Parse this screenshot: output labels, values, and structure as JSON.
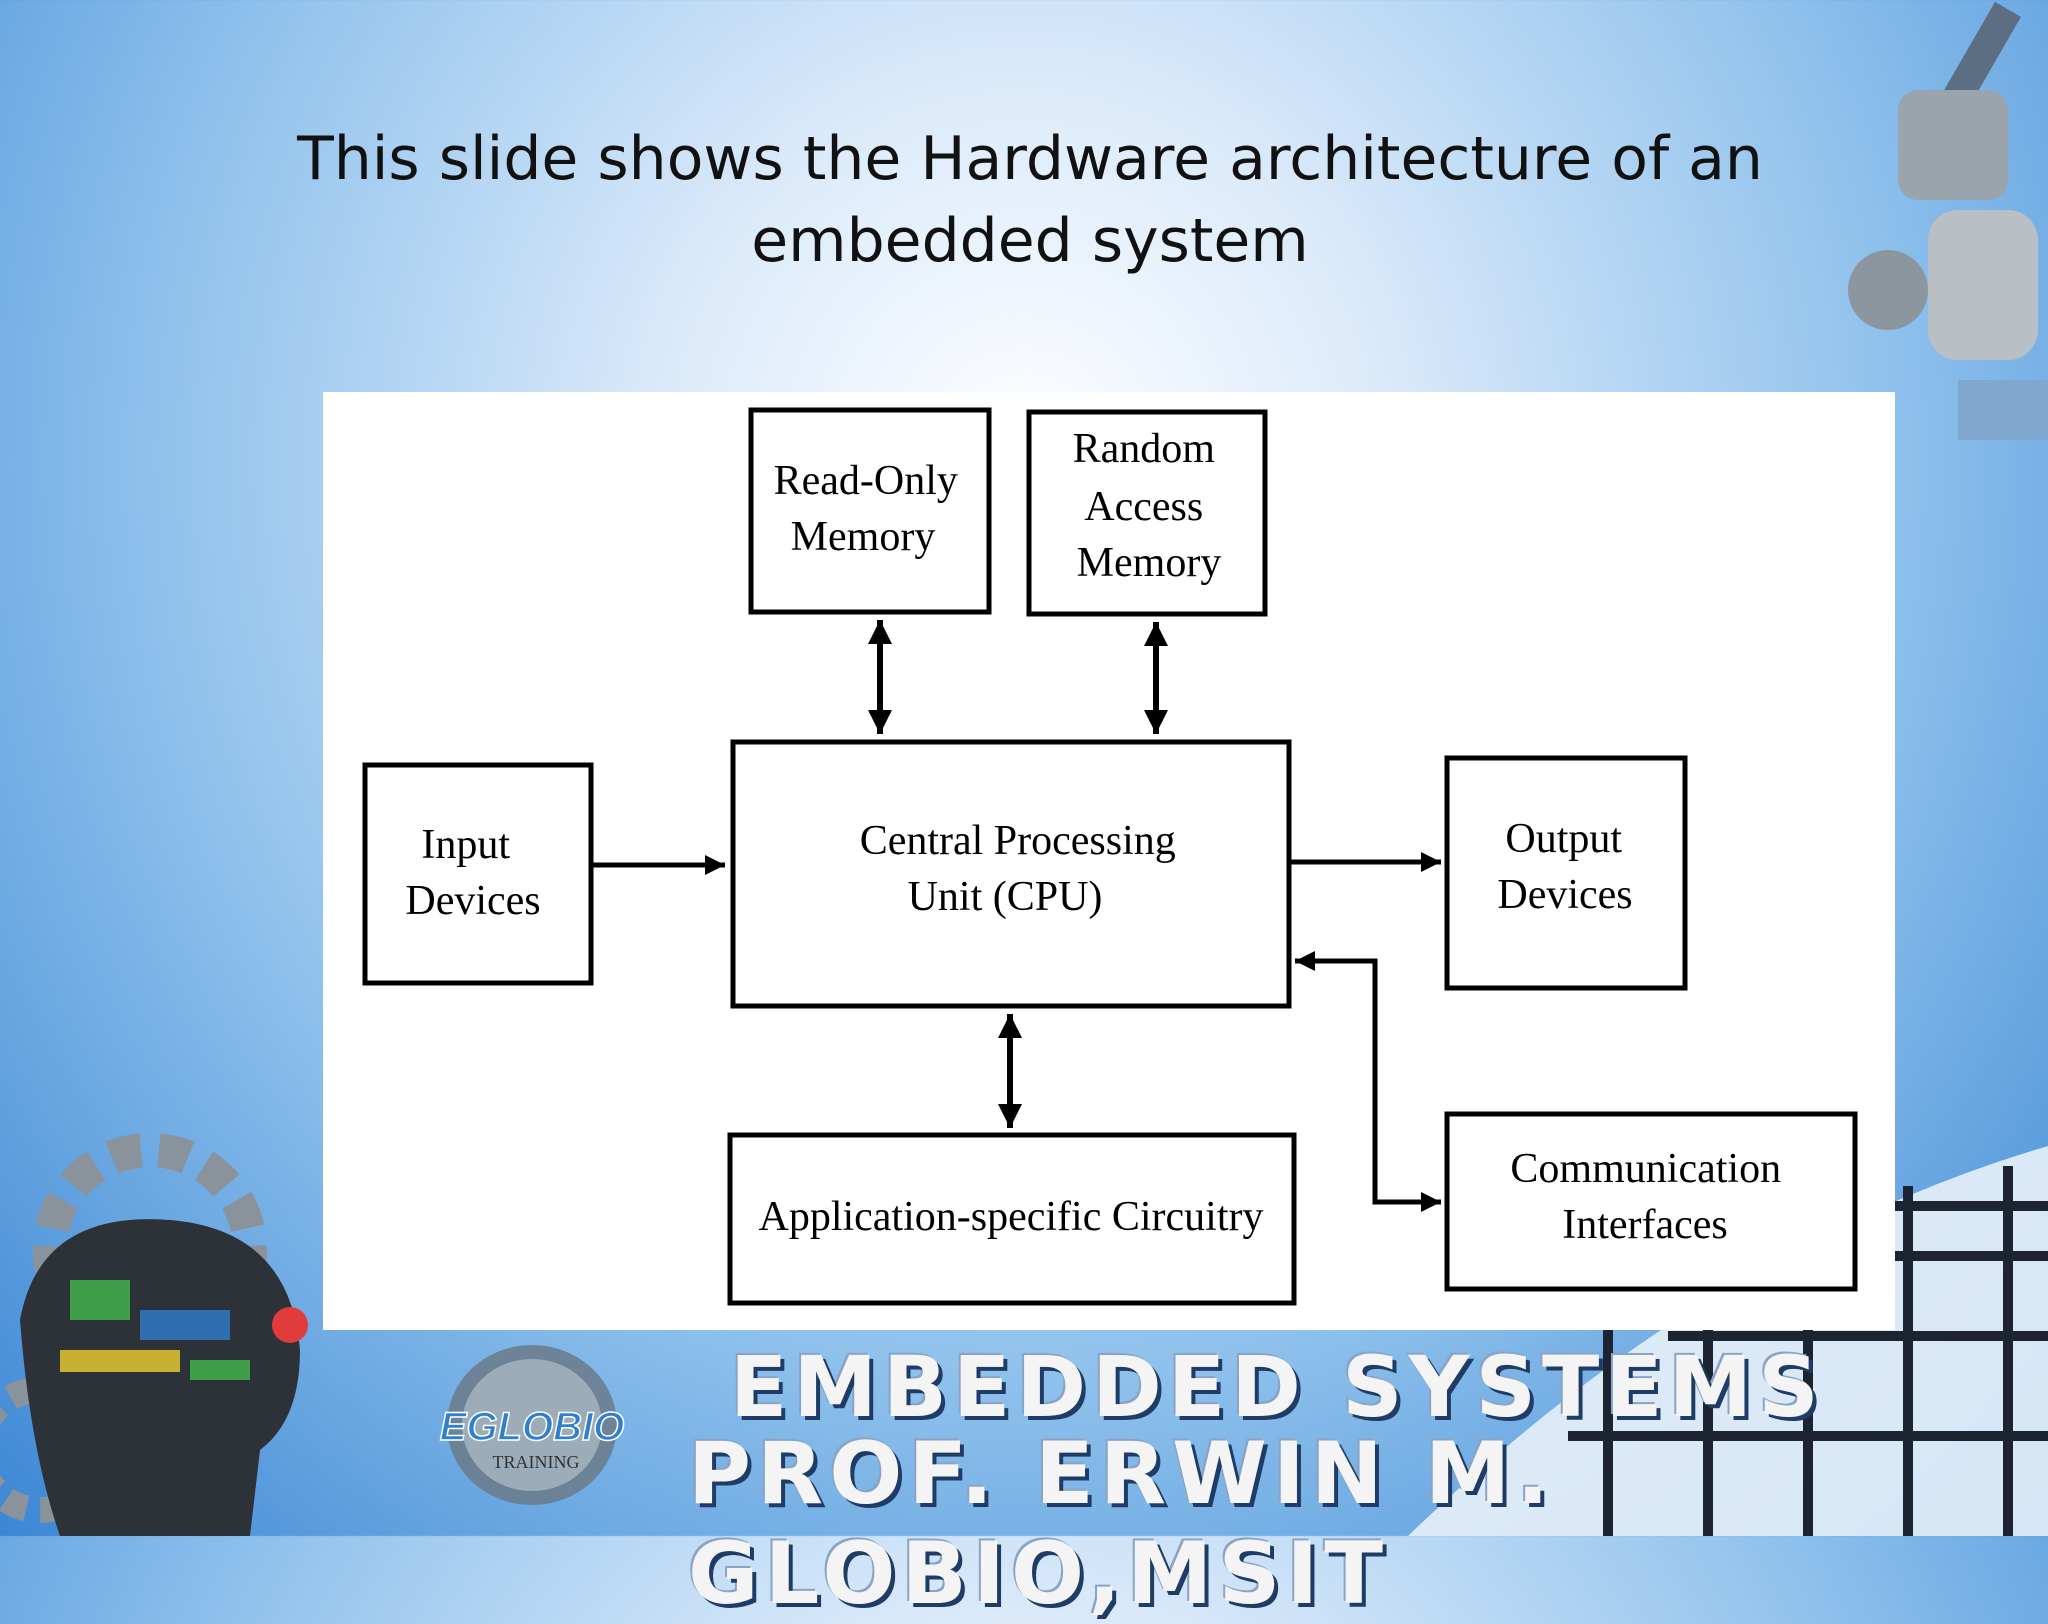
{
  "slide": {
    "title": "This slide shows the Hardware architecture of an embedded system"
  },
  "diagram": {
    "rom": [
      "Read-Only",
      "Memory"
    ],
    "ram": [
      "Random",
      "Access",
      "Memory"
    ],
    "cpu": [
      "Central Processing",
      "Unit (CPU)"
    ],
    "input": [
      "Input",
      "Devices"
    ],
    "output": [
      "Output",
      "Devices"
    ],
    "asc": [
      "Application-specific Circuitry"
    ],
    "comm": [
      "Communication",
      "Interfaces"
    ]
  },
  "footer": {
    "line1": "EMBEDDED SYSTEMS",
    "line2": "PROF. ERWIN M. GLOBIO,MSIT",
    "logo_text": "EGLOBIO",
    "logo_sub": "TRAINING"
  },
  "colors": {
    "bg_center": "#ffffff",
    "bg_edge": "#3b86d4"
  }
}
